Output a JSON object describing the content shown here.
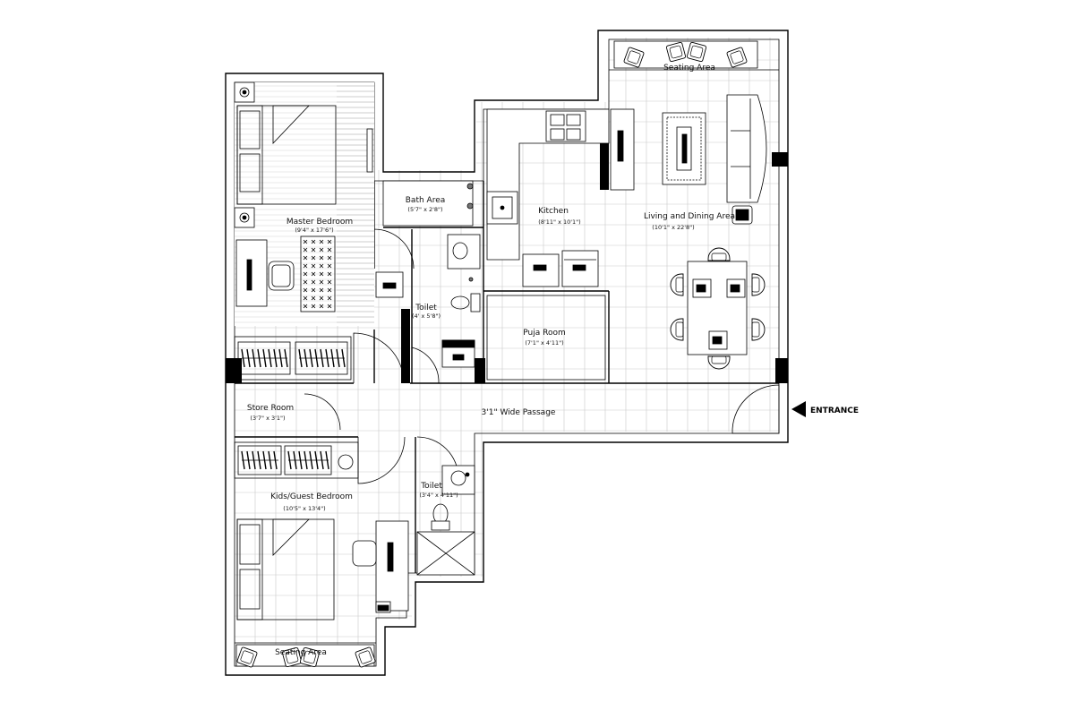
{
  "plan": {
    "rooms": {
      "seating_top": {
        "name": "Seating Area"
      },
      "master_bedroom": {
        "name": "Master Bedroom",
        "dim": "(9'4\" x 17'6\")"
      },
      "bath_area": {
        "name": "Bath Area",
        "dim": "(5'7\" x 2'8\")"
      },
      "kitchen": {
        "name": "Kitchen",
        "dim": "(8'11\" x 10'1\")"
      },
      "living_dining": {
        "name": "Living and Dining Area",
        "dim": "(10'1\" x 22'8\")"
      },
      "toilet_1": {
        "name": "Toilet",
        "dim": "(4' x 5'8\")"
      },
      "puja_room": {
        "name": "Puja Room",
        "dim": "(7'1\" x 4'11\")"
      },
      "store_room": {
        "name": "Store Room",
        "dim": "(3'7\" x 3'1\")"
      },
      "passage": {
        "name": "3'1\" Wide Passage"
      },
      "kids_bedroom": {
        "name": "Kids/Guest Bedroom",
        "dim": "(10'5\" x 13'4\")"
      },
      "toilet_2": {
        "name": "Toilet",
        "dim": "(3'4\" x 4'11\")"
      },
      "seating_bottom": {
        "name": "Seating Area"
      }
    },
    "entrance": {
      "label": "ENTRANCE"
    }
  }
}
